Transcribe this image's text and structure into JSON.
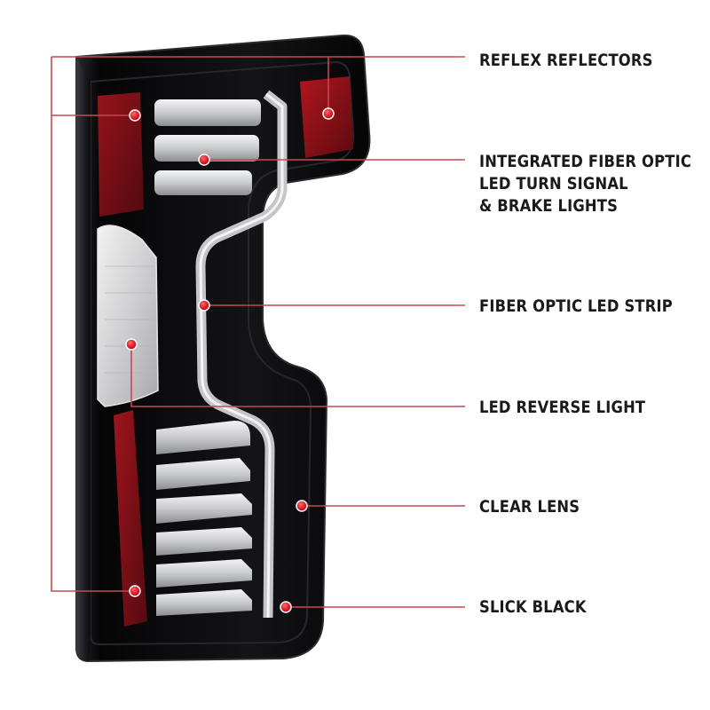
{
  "callouts": [
    {
      "id": "reflex-reflectors",
      "lines": [
        "REFLEX REFLECTORS"
      ]
    },
    {
      "id": "turn-signal",
      "lines": [
        "INTEGRATED FIBER OPTIC",
        "LED TURN SIGNAL",
        "& BRAKE LIGHTS"
      ]
    },
    {
      "id": "fiber-strip",
      "lines": [
        "FIBER OPTIC LED STRIP"
      ]
    },
    {
      "id": "reverse-light",
      "lines": [
        "LED REVERSE LIGHT"
      ]
    },
    {
      "id": "clear-lens",
      "lines": [
        "CLEAR LENS"
      ]
    },
    {
      "id": "slick-black",
      "lines": [
        "SLICK BLACK"
      ]
    }
  ],
  "colors": {
    "leader_line": "#c8474f",
    "marker_dot": "#e0202a",
    "housing": "#0c0c0e",
    "reflector": "#8e1118",
    "led": "#dcdde0",
    "label_text": "#1a1a1a"
  }
}
